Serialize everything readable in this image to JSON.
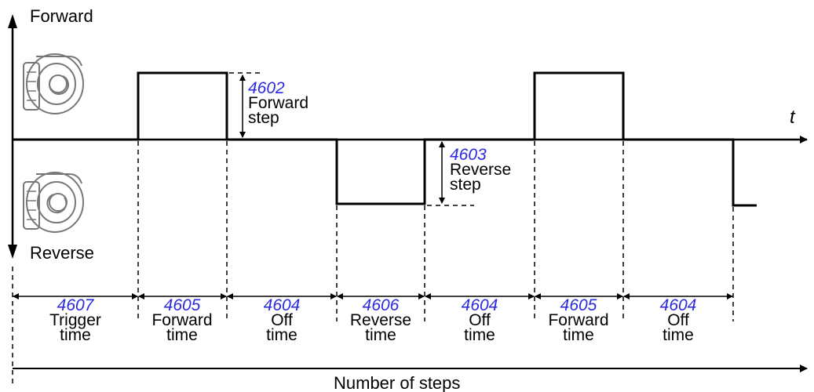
{
  "axis": {
    "forward_label": "Forward",
    "reverse_label": "Reverse",
    "time_label": "t",
    "steps_label": "Number of steps"
  },
  "step_labels": {
    "forward": {
      "code": "4602",
      "line1": "Forward",
      "line2": "step"
    },
    "reverse": {
      "code": "4603",
      "line1": "Reverse",
      "line2": "step"
    }
  },
  "segments": [
    {
      "code": "4607",
      "line1": "Trigger",
      "line2": "time"
    },
    {
      "code": "4605",
      "line1": "Forward",
      "line2": "time"
    },
    {
      "code": "4604",
      "line1": "Off",
      "line2": "time"
    },
    {
      "code": "4606",
      "line1": "Reverse",
      "line2": "time"
    },
    {
      "code": "4604",
      "line1": "Off",
      "line2": "time"
    },
    {
      "code": "4605",
      "line1": "Forward",
      "line2": "time"
    },
    {
      "code": "4604",
      "line1": "Off",
      "line2": "time"
    }
  ],
  "waveform_sequence": [
    "off",
    "forward",
    "off",
    "reverse",
    "off",
    "forward",
    "off",
    "reverse"
  ],
  "colors": {
    "code_text": "#2a2ae0",
    "line": "#000000",
    "motor_outline": "#777777"
  },
  "icons": {
    "top_motor": "motor-forward-rotation-icon",
    "bottom_motor": "motor-reverse-rotation-icon"
  }
}
